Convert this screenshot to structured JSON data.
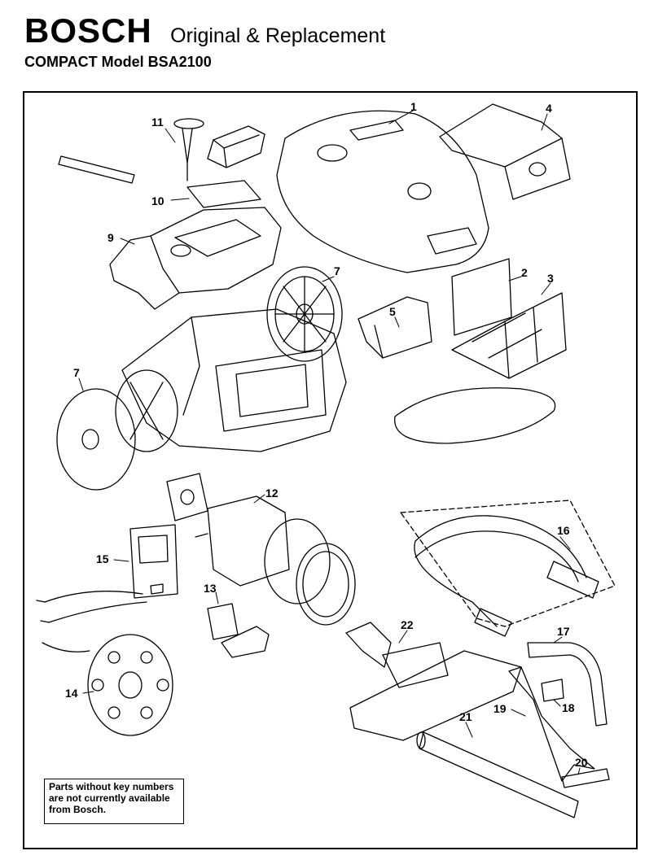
{
  "header": {
    "brand": "BOSCH",
    "tagline": "Original & Replacement",
    "model": "COMPACT Model BSA2100"
  },
  "note": {
    "line1": "Parts without key numbers",
    "line2": "are not currently available",
    "line3": "from Bosch."
  },
  "callouts": {
    "c1": "1",
    "c2": "2",
    "c3": "3",
    "c4": "4",
    "c5": "5",
    "c7a": "7",
    "c7b": "7",
    "c9": "9",
    "c10": "10",
    "c11": "11",
    "c12": "12",
    "c13": "13",
    "c14": "14",
    "c15": "15",
    "c16": "16",
    "c17": "17",
    "c18": "18",
    "c19": "19",
    "c20": "20",
    "c21": "21",
    "c22": "22"
  }
}
